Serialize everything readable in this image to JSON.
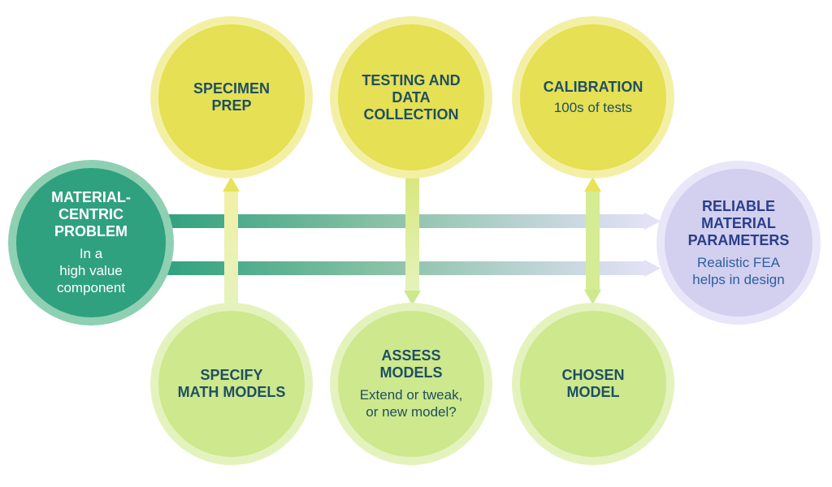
{
  "nodes": {
    "specimen_prep": {
      "title": "SPECIMEN\nPREP",
      "sub": ""
    },
    "testing": {
      "title": "TESTING AND\nDATA\nCOLLECTION",
      "sub": ""
    },
    "calibration": {
      "title": "CALIBRATION",
      "sub": "100s of tests"
    },
    "problem": {
      "title": "MATERIAL-\nCENTRIC\nPROBLEM",
      "sub": "In a\nhigh value\ncomponent"
    },
    "reliable": {
      "title": "RELIABLE\nMATERIAL\nPARAMETERS",
      "sub": "Realistic FEA\nhelps in design"
    },
    "specify": {
      "title": "SPECIFY\nMATH MODELS",
      "sub": ""
    },
    "assess": {
      "title": "ASSESS\nMODELS",
      "sub": "Extend or tweak,\nor new model?"
    },
    "chosen": {
      "title": "CHOSEN\nMODEL",
      "sub": ""
    }
  },
  "colors": {
    "yellow_fill": "#e5e054",
    "yellow_ring": "#f3f0a6",
    "lime_fill": "#cde88d",
    "lime_ring": "#e4f3bd",
    "teal_fill": "#2fa17e",
    "lavender_fill": "#d2cfef",
    "text_dark": "#1f4f63"
  }
}
